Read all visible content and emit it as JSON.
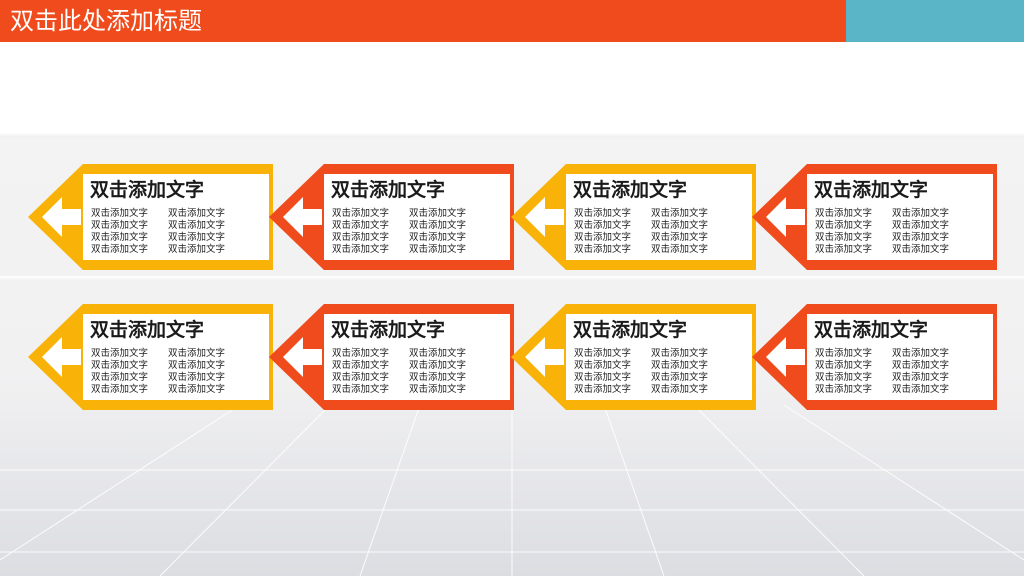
{
  "header": {
    "title": "双击此处添加标题",
    "colors": {
      "bar": "#f04b1c",
      "accent": "#5ab5c6"
    }
  },
  "palette": {
    "yellow": "#f9b208",
    "orange": "#f04b1c",
    "arrow_fill": "#ffffff"
  },
  "rows": [
    {
      "cards": [
        {
          "color": "yellow",
          "heading": "双击添加文字",
          "left_lines": [
            "双击添加文字",
            "双击添加文字",
            "双击添加文字",
            "双击添加文字"
          ],
          "right_lines": [
            "双击添加文字",
            "双击添加文字",
            "双击添加文字",
            "双击添加文字"
          ]
        },
        {
          "color": "orange",
          "heading": "双击添加文字",
          "left_lines": [
            "双击添加文字",
            "双击添加文字",
            "双击添加文字",
            "双击添加文字"
          ],
          "right_lines": [
            "双击添加文字",
            "双击添加文字",
            "双击添加文字",
            "双击添加文字"
          ]
        },
        {
          "color": "yellow",
          "heading": "双击添加文字",
          "left_lines": [
            "双击添加文字",
            "双击添加文字",
            "双击添加文字",
            "双击添加文字"
          ],
          "right_lines": [
            "双击添加文字",
            "双击添加文字",
            "双击添加文字",
            "双击添加文字"
          ]
        },
        {
          "color": "orange",
          "heading": "双击添加文字",
          "left_lines": [
            "双击添加文字",
            "双击添加文字",
            "双击添加文字",
            "双击添加文字"
          ],
          "right_lines": [
            "双击添加文字",
            "双击添加文字",
            "双击添加文字",
            "双击添加文字"
          ]
        }
      ]
    },
    {
      "cards": [
        {
          "color": "yellow",
          "heading": "双击添加文字",
          "left_lines": [
            "双击添加文字",
            "双击添加文字",
            "双击添加文字",
            "双击添加文字"
          ],
          "right_lines": [
            "双击添加文字",
            "双击添加文字",
            "双击添加文字",
            "双击添加文字"
          ]
        },
        {
          "color": "orange",
          "heading": "双击添加文字",
          "left_lines": [
            "双击添加文字",
            "双击添加文字",
            "双击添加文字",
            "双击添加文字"
          ],
          "right_lines": [
            "双击添加文字",
            "双击添加文字",
            "双击添加文字",
            "双击添加文字"
          ]
        },
        {
          "color": "yellow",
          "heading": "双击添加文字",
          "left_lines": [
            "双击添加文字",
            "双击添加文字",
            "双击添加文字",
            "双击添加文字"
          ],
          "right_lines": [
            "双击添加文字",
            "双击添加文字",
            "双击添加文字",
            "双击添加文字"
          ]
        },
        {
          "color": "orange",
          "heading": "双击添加文字",
          "left_lines": [
            "双击添加文字",
            "双击添加文字",
            "双击添加文字",
            "双击添加文字"
          ],
          "right_lines": [
            "双击添加文字",
            "双击添加文字",
            "双击添加文字",
            "双击添加文字"
          ]
        }
      ]
    }
  ]
}
